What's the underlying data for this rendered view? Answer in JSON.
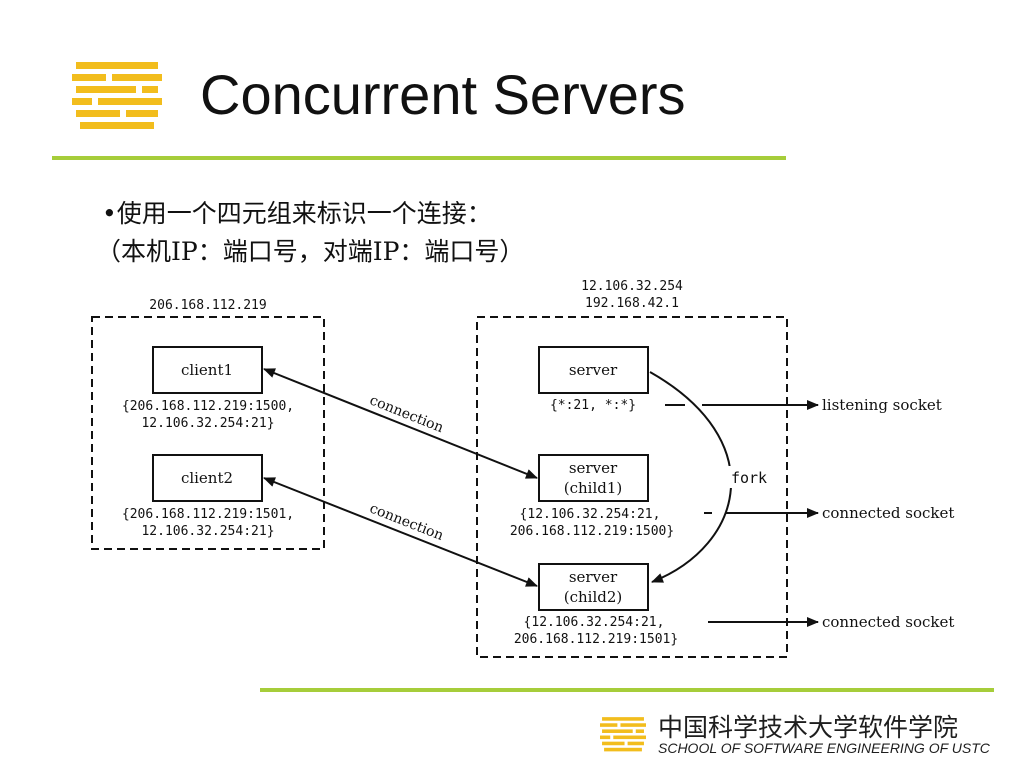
{
  "slide": {
    "title": "Concurrent Servers",
    "bullets": [
      "•使用一个四元组来标识一个连接：",
      "（本机IP：端口号，对端IP：端口号）"
    ]
  },
  "diagram": {
    "client_host_ip": "206.168.112.219",
    "server_host_ips": [
      "12.106.32.254",
      "192.168.42.1"
    ],
    "client1": {
      "label": "client1",
      "tuple": [
        "{206.168.112.219:1500,",
        "12.106.32.254:21}"
      ]
    },
    "client2": {
      "label": "client2",
      "tuple": [
        "{206.168.112.219:1501,",
        "12.106.32.254:21}"
      ]
    },
    "server": {
      "label": "server",
      "tuple": "{*:21, *:*}"
    },
    "child1": {
      "label": [
        "server",
        "(child1)"
      ],
      "tuple": [
        "{12.106.32.254:21,",
        "206.168.112.219:1500}"
      ]
    },
    "child2": {
      "label": [
        "server",
        "(child2)"
      ],
      "tuple": [
        "{12.106.32.254:21,",
        "206.168.112.219:1501}"
      ]
    },
    "connection_label": "connection",
    "fork_label": "fork",
    "socket_labels": {
      "listening": "listening socket",
      "connected": "connected socket"
    }
  },
  "footer": {
    "school_cn": "中国科学技术大学软件学院",
    "school_en": "SCHOOL OF SOFTWARE ENGINEERING OF USTC"
  },
  "colors": {
    "accent_green": "#a6cd3a",
    "logo_yellow": "#f2bd1d"
  }
}
